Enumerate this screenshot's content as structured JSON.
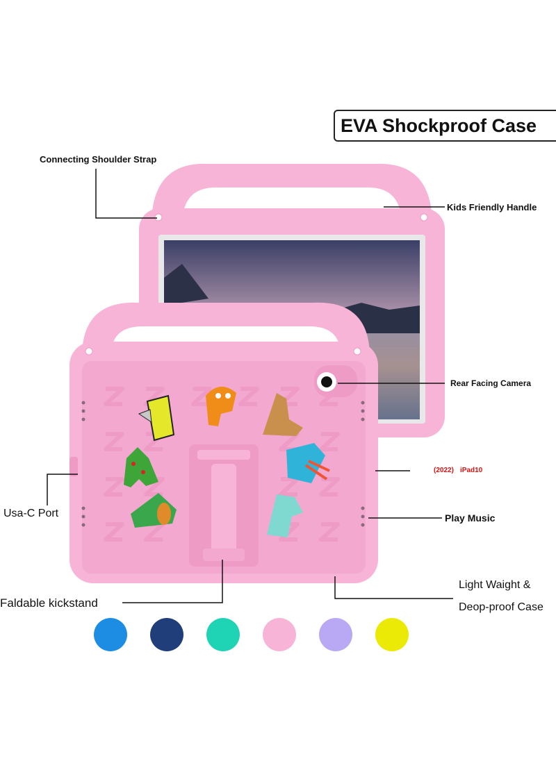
{
  "title": "EVA Shockproof Case",
  "labels": {
    "shoulder_strap": "Connecting Shoulder Strap",
    "handle": "Kids Friendly Handle",
    "camera": "Rear Facing Camera",
    "model_year": "(2022)",
    "model_name": "iPad10",
    "port": "Usa-C Port",
    "music": "Play Music",
    "kickstand": "Faldable kickstand",
    "weight_line1": "Light Waight &",
    "weight_line2": "Deop-proof Case"
  },
  "colors": {
    "case_pink": "#f7b4d6",
    "case_pink_dark": "#ee9cc6",
    "label_red": "#dd1111"
  },
  "color_options": [
    {
      "name": "blue",
      "hex": "#1c8de3"
    },
    {
      "name": "navy",
      "hex": "#203e7a"
    },
    {
      "name": "teal",
      "hex": "#1fd4b4"
    },
    {
      "name": "pink",
      "hex": "#f7b4d6"
    },
    {
      "name": "lavender",
      "hex": "#b9a8f3"
    },
    {
      "name": "yellow",
      "hex": "#eaea06"
    }
  ]
}
